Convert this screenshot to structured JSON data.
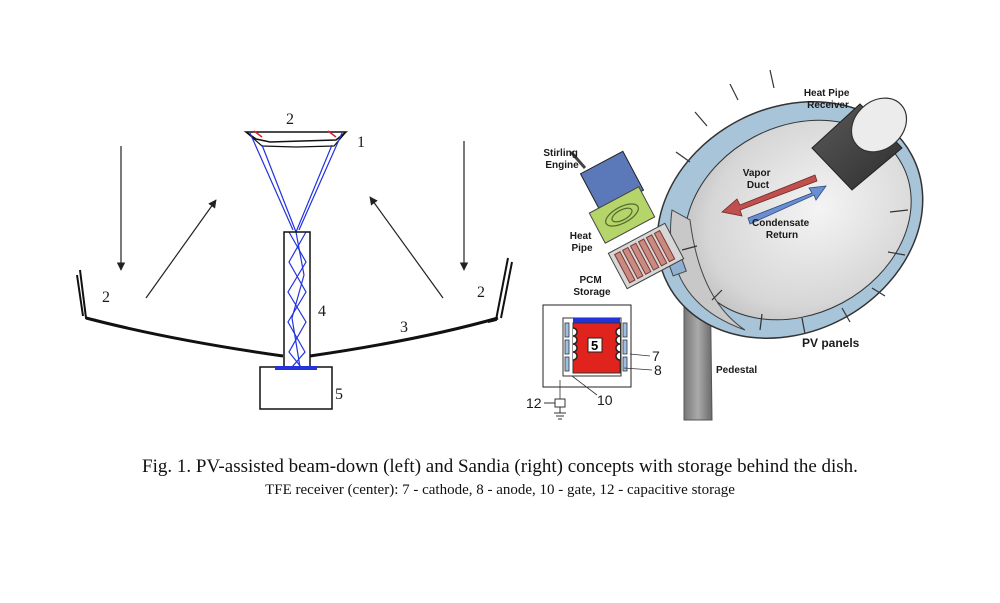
{
  "left_diagram": {
    "labels": {
      "top_mirror": "2",
      "focus_marker": "1",
      "left_mirror": "2",
      "right_mirror": "2",
      "dish": "3",
      "homogenizer": "4",
      "storage_box": "5"
    }
  },
  "right_diagram": {
    "labels": {
      "heat_pipe_receiver": [
        "Heat Pipe",
        "Receiver"
      ],
      "stirling_engine": [
        "Stirling",
        "Engine"
      ],
      "vapor_duct": [
        "Vapor",
        "Duct"
      ],
      "heat_pipe": [
        "Heat",
        "Pipe"
      ],
      "condensate_return": [
        "Condensate",
        "Return"
      ],
      "pcm_storage": [
        "PCM",
        "Storage"
      ],
      "pv_panels": "PV panels",
      "pedestal": "Pedestal"
    }
  },
  "tfe_inset": {
    "labels": {
      "core": "5",
      "cathode": "7",
      "anode": "8",
      "gate": "10",
      "capacitive": "12"
    }
  },
  "caption": {
    "line1": "Fig. 1. PV-assisted beam-down (left) and Sandia (right) concepts with storage behind the dish.",
    "line2": "TFE receiver (center): 7 - cathode, 8 - anode, 10 - gate, 12 - capacitive storage"
  },
  "colors": {
    "beam": "#2233dd",
    "dish_rim": "#a8c4d8",
    "stirling": "#5b78b8",
    "heat_pipe": "#b5d46a",
    "pcm": "#c98a82",
    "tfe_core": "#e0231c",
    "vapor_arrow": "#c0504d",
    "condensate_arrow": "#6a8fd0"
  }
}
